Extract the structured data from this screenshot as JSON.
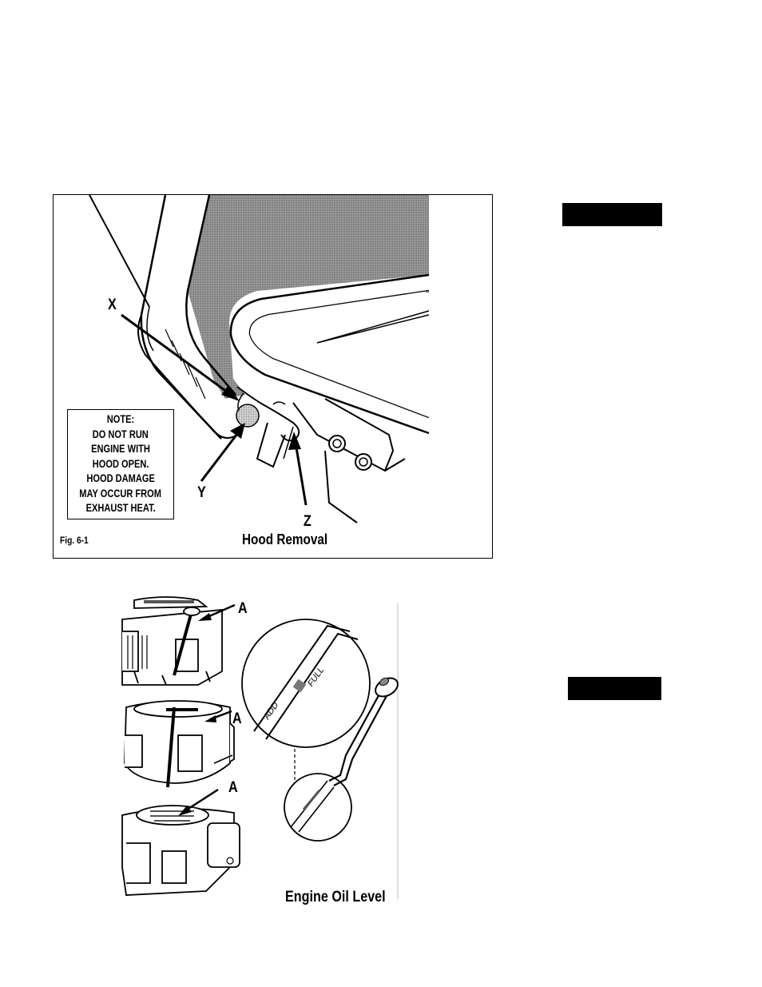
{
  "fig1": {
    "callouts": {
      "x": "X",
      "y": "Y",
      "z": "Z"
    },
    "note": [
      "NOTE:",
      "DO NOT RUN",
      "ENGINE WITH",
      "HOOD OPEN.",
      "HOOD DAMAGE",
      "MAY OCCUR FROM",
      "EXHAUST HEAT."
    ],
    "number": "Fig. 6-1",
    "title": "Hood Removal"
  },
  "fig2": {
    "callout": "A",
    "title": "Engine Oil Level",
    "dipstick_add": "ADD",
    "dipstick_full": "FULL"
  },
  "colors": {
    "ink": "#000000",
    "hood_shade": "#8a8a8a",
    "paper": "#ffffff"
  }
}
